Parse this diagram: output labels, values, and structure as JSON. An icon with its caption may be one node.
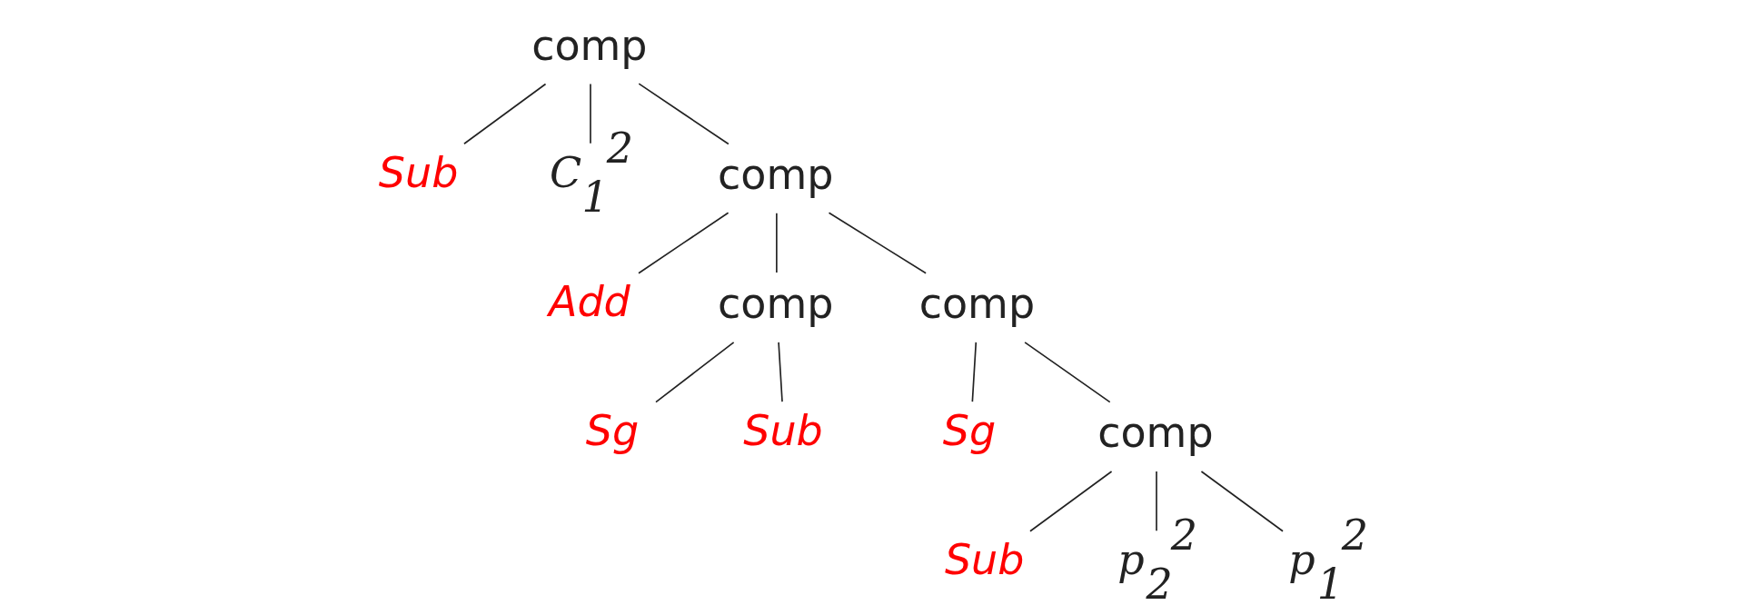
{
  "diagram": {
    "nodes": [
      {
        "text": [
          "comp"
        ]
      },
      {
        "text": [
          "Sub"
        ]
      },
      {
        "text": [
          "C$_{1}$$^{2}$"
        ]
      },
      {
        "text": [
          "comp"
        ]
      },
      {
        "text": [
          "Add"
        ]
      },
      {
        "text": [
          "comp"
        ]
      },
      {
        "text": [
          "comp"
        ]
      },
      {
        "text": [
          "Sg"
        ]
      },
      {
        "text": [
          "Sub"
        ]
      },
      {
        "text": [
          "Sg"
        ]
      },
      {
        "text": [
          "comp"
        ]
      },
      {
        "text": [
          "Sub"
        ]
      },
      {
        "text": [
          "p$_{2}$$^{2}$"
        ]
      },
      {
        "text": [
          "p$_{1}$$^{2}$"
        ]
      }
    ],
    "edges": [
      {
        "from": 0,
        "to": 1,
        "arrow": "none"
      },
      {
        "from": 0,
        "to": 2,
        "arrow": "none"
      },
      {
        "from": 0,
        "to": 3,
        "arrow": "none"
      },
      {
        "from": 3,
        "to": 4,
        "arrow": "none"
      },
      {
        "from": 3,
        "to": 5,
        "arrow": "none"
      },
      {
        "from": 3,
        "to": 6,
        "arrow": "none"
      },
      {
        "from": 5,
        "to": 7,
        "arrow": "none"
      },
      {
        "from": 5,
        "to": 8,
        "arrow": "none"
      },
      {
        "from": 6,
        "to": 9,
        "arrow": "none"
      },
      {
        "from": 6,
        "to": 10,
        "arrow": "none"
      },
      {
        "from": 10,
        "to": 11,
        "arrow": "none"
      },
      {
        "from": 10,
        "to": 12,
        "arrow": "none"
      },
      {
        "from": 10,
        "to": 13,
        "arrow": "none"
      }
    ]
  }
}
